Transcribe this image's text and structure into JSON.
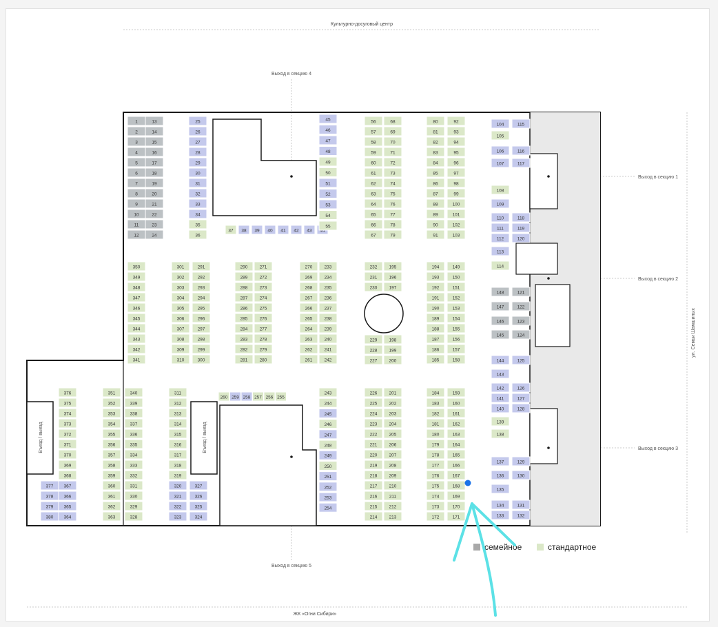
{
  "labels": {
    "top": "Культурно-досуговый центр",
    "bottom": "ЖК «Огни Сибири»",
    "street": "ул. Семьи Шамшиных",
    "exit4": "Выход в секцию 4",
    "exit1": "Выход в секцию 1",
    "exit2": "Выход в секцию 2",
    "exit3": "Выход в секцию 3",
    "exit5": "Выход в секцию 5",
    "ramp": "Въезд / выезд"
  },
  "legend": [
    {
      "label": "семейное",
      "color": "#a9a9a9"
    },
    {
      "label": "стандартное",
      "color": "#dbe8c8"
    }
  ],
  "colors": {
    "standard": "#dbe8c8",
    "family": "#a9a9a9",
    "blue": "#c4c9ec",
    "grey": "#bcc1c4",
    "wall": "#1a1a1a",
    "arrow": "#5ce1e6",
    "marker": "#1a73e8"
  },
  "spots": [
    {
      "n": "1",
      "c": "grey"
    },
    {
      "n": "2",
      "c": "grey"
    },
    {
      "n": "3",
      "c": "grey"
    },
    {
      "n": "4",
      "c": "grey"
    },
    {
      "n": "5",
      "c": "grey"
    },
    {
      "n": "6",
      "c": "grey"
    },
    {
      "n": "7",
      "c": "grey"
    },
    {
      "n": "8",
      "c": "grey"
    },
    {
      "n": "9",
      "c": "grey"
    },
    {
      "n": "10",
      "c": "grey"
    },
    {
      "n": "11",
      "c": "grey"
    },
    {
      "n": "12",
      "c": "grey"
    },
    {
      "n": "13",
      "c": "grey"
    },
    {
      "n": "14",
      "c": "grey"
    },
    {
      "n": "15",
      "c": "grey"
    },
    {
      "n": "16",
      "c": "grey"
    },
    {
      "n": "17",
      "c": "grey"
    },
    {
      "n": "18",
      "c": "grey"
    },
    {
      "n": "19",
      "c": "grey"
    },
    {
      "n": "20",
      "c": "grey"
    },
    {
      "n": "21",
      "c": "grey"
    },
    {
      "n": "22",
      "c": "grey"
    },
    {
      "n": "23",
      "c": "grey"
    },
    {
      "n": "24",
      "c": "grey"
    },
    {
      "n": "25",
      "c": "blue"
    },
    {
      "n": "26",
      "c": "blue"
    },
    {
      "n": "27",
      "c": "blue"
    },
    {
      "n": "28",
      "c": "blue"
    },
    {
      "n": "29",
      "c": "blue"
    },
    {
      "n": "30",
      "c": "blue"
    },
    {
      "n": "31",
      "c": "blue"
    },
    {
      "n": "32",
      "c": "blue"
    },
    {
      "n": "33",
      "c": "blue"
    },
    {
      "n": "34",
      "c": "blue"
    },
    {
      "n": "35",
      "c": "green"
    },
    {
      "n": "36",
      "c": "green"
    },
    {
      "n": "37",
      "c": "green"
    },
    {
      "n": "38",
      "c": "blue"
    },
    {
      "n": "39",
      "c": "blue"
    },
    {
      "n": "40",
      "c": "blue"
    },
    {
      "n": "41",
      "c": "blue"
    },
    {
      "n": "42",
      "c": "blue"
    },
    {
      "n": "43",
      "c": "blue"
    },
    {
      "n": "44",
      "c": "blue"
    },
    {
      "n": "45",
      "c": "blue"
    },
    {
      "n": "46",
      "c": "blue"
    },
    {
      "n": "47",
      "c": "blue"
    },
    {
      "n": "48",
      "c": "blue"
    },
    {
      "n": "49",
      "c": "green"
    },
    {
      "n": "50",
      "c": "green"
    },
    {
      "n": "51",
      "c": "blue"
    },
    {
      "n": "52",
      "c": "blue"
    },
    {
      "n": "53",
      "c": "blue"
    },
    {
      "n": "54",
      "c": "green"
    },
    {
      "n": "55",
      "c": "green"
    },
    {
      "n": "56",
      "c": "green"
    },
    {
      "n": "57",
      "c": "green"
    },
    {
      "n": "58",
      "c": "green"
    },
    {
      "n": "59",
      "c": "green"
    },
    {
      "n": "60",
      "c": "green"
    },
    {
      "n": "61",
      "c": "green"
    },
    {
      "n": "62",
      "c": "green"
    },
    {
      "n": "63",
      "c": "green"
    },
    {
      "n": "64",
      "c": "green"
    },
    {
      "n": "65",
      "c": "green"
    },
    {
      "n": "66",
      "c": "green"
    },
    {
      "n": "67",
      "c": "green"
    },
    {
      "n": "68",
      "c": "green"
    },
    {
      "n": "69",
      "c": "green"
    },
    {
      "n": "70",
      "c": "green"
    },
    {
      "n": "71",
      "c": "green"
    },
    {
      "n": "72",
      "c": "green"
    },
    {
      "n": "73",
      "c": "green"
    },
    {
      "n": "74",
      "c": "green"
    },
    {
      "n": "75",
      "c": "green"
    },
    {
      "n": "76",
      "c": "green"
    },
    {
      "n": "77",
      "c": "green"
    },
    {
      "n": "78",
      "c": "green"
    },
    {
      "n": "79",
      "c": "green"
    },
    {
      "n": "80",
      "c": "green"
    },
    {
      "n": "81",
      "c": "green"
    },
    {
      "n": "82",
      "c": "green"
    },
    {
      "n": "83",
      "c": "green"
    },
    {
      "n": "84",
      "c": "green"
    },
    {
      "n": "85",
      "c": "green"
    },
    {
      "n": "86",
      "c": "green"
    },
    {
      "n": "87",
      "c": "green"
    },
    {
      "n": "88",
      "c": "green"
    },
    {
      "n": "89",
      "c": "green"
    },
    {
      "n": "90",
      "c": "green"
    },
    {
      "n": "91",
      "c": "green"
    },
    {
      "n": "92",
      "c": "green"
    },
    {
      "n": "93",
      "c": "green"
    },
    {
      "n": "94",
      "c": "green"
    },
    {
      "n": "95",
      "c": "green"
    },
    {
      "n": "96",
      "c": "green"
    },
    {
      "n": "97",
      "c": "green"
    },
    {
      "n": "98",
      "c": "green"
    },
    {
      "n": "99",
      "c": "green"
    },
    {
      "n": "100",
      "c": "green"
    },
    {
      "n": "101",
      "c": "green"
    },
    {
      "n": "102",
      "c": "green"
    },
    {
      "n": "103",
      "c": "green"
    },
    {
      "n": "104",
      "c": "blue"
    },
    {
      "n": "105",
      "c": "green"
    },
    {
      "n": "106",
      "c": "blue"
    },
    {
      "n": "107",
      "c": "blue"
    },
    {
      "n": "108",
      "c": "green"
    },
    {
      "n": "109",
      "c": "blue"
    },
    {
      "n": "110",
      "c": "blue"
    },
    {
      "n": "111",
      "c": "blue"
    },
    {
      "n": "112",
      "c": "blue"
    },
    {
      "n": "113",
      "c": "blue"
    },
    {
      "n": "114",
      "c": "green"
    },
    {
      "n": "115",
      "c": "blue"
    },
    {
      "n": "116",
      "c": "blue"
    },
    {
      "n": "117",
      "c": "blue"
    },
    {
      "n": "118",
      "c": "blue"
    },
    {
      "n": "119",
      "c": "blue"
    },
    {
      "n": "120",
      "c": "blue"
    },
    {
      "n": "121",
      "c": "grey"
    },
    {
      "n": "122",
      "c": "grey"
    },
    {
      "n": "123",
      "c": "grey"
    },
    {
      "n": "124",
      "c": "grey"
    },
    {
      "n": "148",
      "c": "grey"
    },
    {
      "n": "147",
      "c": "grey"
    },
    {
      "n": "146",
      "c": "grey"
    },
    {
      "n": "145",
      "c": "grey"
    },
    {
      "n": "144",
      "c": "blue"
    },
    {
      "n": "125",
      "c": "blue"
    },
    {
      "n": "143",
      "c": "blue"
    },
    {
      "n": "142",
      "c": "blue"
    },
    {
      "n": "126",
      "c": "blue"
    },
    {
      "n": "141",
      "c": "blue"
    },
    {
      "n": "127",
      "c": "blue"
    },
    {
      "n": "140",
      "c": "blue"
    },
    {
      "n": "128",
      "c": "blue"
    },
    {
      "n": "139",
      "c": "green"
    },
    {
      "n": "138",
      "c": "green"
    },
    {
      "n": "137",
      "c": "blue"
    },
    {
      "n": "129",
      "c": "blue"
    },
    {
      "n": "136",
      "c": "blue"
    },
    {
      "n": "130",
      "c": "blue"
    },
    {
      "n": "135",
      "c": "blue"
    },
    {
      "n": "134",
      "c": "blue"
    },
    {
      "n": "131",
      "c": "blue"
    },
    {
      "n": "133",
      "c": "blue"
    },
    {
      "n": "132",
      "c": "blue"
    },
    {
      "n": "194",
      "c": "green"
    },
    {
      "n": "193",
      "c": "green"
    },
    {
      "n": "192",
      "c": "green"
    },
    {
      "n": "191",
      "c": "green"
    },
    {
      "n": "190",
      "c": "green"
    },
    {
      "n": "189",
      "c": "green"
    },
    {
      "n": "188",
      "c": "green"
    },
    {
      "n": "187",
      "c": "green"
    },
    {
      "n": "186",
      "c": "green"
    },
    {
      "n": "185",
      "c": "green"
    },
    {
      "n": "149",
      "c": "green"
    },
    {
      "n": "150",
      "c": "green"
    },
    {
      "n": "151",
      "c": "green"
    },
    {
      "n": "152",
      "c": "green"
    },
    {
      "n": "153",
      "c": "green"
    },
    {
      "n": "154",
      "c": "green"
    },
    {
      "n": "155",
      "c": "green"
    },
    {
      "n": "156",
      "c": "green"
    },
    {
      "n": "157",
      "c": "green"
    },
    {
      "n": "158",
      "c": "green"
    },
    {
      "n": "232",
      "c": "green"
    },
    {
      "n": "231",
      "c": "green"
    },
    {
      "n": "230",
      "c": "green"
    },
    {
      "n": "229",
      "c": "green"
    },
    {
      "n": "228",
      "c": "green"
    },
    {
      "n": "227",
      "c": "green"
    },
    {
      "n": "195",
      "c": "green"
    },
    {
      "n": "196",
      "c": "green"
    },
    {
      "n": "197",
      "c": "green"
    },
    {
      "n": "198",
      "c": "green"
    },
    {
      "n": "199",
      "c": "green"
    },
    {
      "n": "200",
      "c": "green"
    },
    {
      "n": "270",
      "c": "green"
    },
    {
      "n": "269",
      "c": "green"
    },
    {
      "n": "268",
      "c": "green"
    },
    {
      "n": "267",
      "c": "green"
    },
    {
      "n": "266",
      "c": "green"
    },
    {
      "n": "265",
      "c": "green"
    },
    {
      "n": "264",
      "c": "green"
    },
    {
      "n": "263",
      "c": "green"
    },
    {
      "n": "262",
      "c": "green"
    },
    {
      "n": "261",
      "c": "green"
    },
    {
      "n": "233",
      "c": "green"
    },
    {
      "n": "234",
      "c": "green"
    },
    {
      "n": "235",
      "c": "green"
    },
    {
      "n": "236",
      "c": "green"
    },
    {
      "n": "237",
      "c": "green"
    },
    {
      "n": "238",
      "c": "green"
    },
    {
      "n": "239",
      "c": "green"
    },
    {
      "n": "240",
      "c": "green"
    },
    {
      "n": "241",
      "c": "green"
    },
    {
      "n": "242",
      "c": "green"
    },
    {
      "n": "290",
      "c": "green"
    },
    {
      "n": "289",
      "c": "green"
    },
    {
      "n": "288",
      "c": "green"
    },
    {
      "n": "287",
      "c": "green"
    },
    {
      "n": "286",
      "c": "green"
    },
    {
      "n": "285",
      "c": "green"
    },
    {
      "n": "284",
      "c": "green"
    },
    {
      "n": "283",
      "c": "green"
    },
    {
      "n": "282",
      "c": "green"
    },
    {
      "n": "281",
      "c": "green"
    },
    {
      "n": "271",
      "c": "green"
    },
    {
      "n": "272",
      "c": "green"
    },
    {
      "n": "273",
      "c": "green"
    },
    {
      "n": "274",
      "c": "green"
    },
    {
      "n": "275",
      "c": "green"
    },
    {
      "n": "276",
      "c": "green"
    },
    {
      "n": "277",
      "c": "green"
    },
    {
      "n": "278",
      "c": "green"
    },
    {
      "n": "279",
      "c": "green"
    },
    {
      "n": "280",
      "c": "green"
    },
    {
      "n": "301",
      "c": "green"
    },
    {
      "n": "302",
      "c": "green"
    },
    {
      "n": "303",
      "c": "green"
    },
    {
      "n": "304",
      "c": "green"
    },
    {
      "n": "305",
      "c": "green"
    },
    {
      "n": "306",
      "c": "green"
    },
    {
      "n": "307",
      "c": "green"
    },
    {
      "n": "308",
      "c": "green"
    },
    {
      "n": "309",
      "c": "green"
    },
    {
      "n": "310",
      "c": "green"
    },
    {
      "n": "291",
      "c": "green"
    },
    {
      "n": "292",
      "c": "green"
    },
    {
      "n": "293",
      "c": "green"
    },
    {
      "n": "294",
      "c": "green"
    },
    {
      "n": "295",
      "c": "green"
    },
    {
      "n": "296",
      "c": "green"
    },
    {
      "n": "297",
      "c": "green"
    },
    {
      "n": "298",
      "c": "green"
    },
    {
      "n": "299",
      "c": "green"
    },
    {
      "n": "300",
      "c": "green"
    },
    {
      "n": "350",
      "c": "green"
    },
    {
      "n": "349",
      "c": "green"
    },
    {
      "n": "348",
      "c": "green"
    },
    {
      "n": "347",
      "c": "green"
    },
    {
      "n": "346",
      "c": "green"
    },
    {
      "n": "345",
      "c": "green"
    },
    {
      "n": "344",
      "c": "green"
    },
    {
      "n": "343",
      "c": "green"
    },
    {
      "n": "342",
      "c": "green"
    },
    {
      "n": "341",
      "c": "green"
    },
    {
      "n": "376",
      "c": "green"
    },
    {
      "n": "375",
      "c": "green"
    },
    {
      "n": "374",
      "c": "green"
    },
    {
      "n": "373",
      "c": "green"
    },
    {
      "n": "372",
      "c": "green"
    },
    {
      "n": "371",
      "c": "green"
    },
    {
      "n": "370",
      "c": "green"
    },
    {
      "n": "369",
      "c": "green"
    },
    {
      "n": "368",
      "c": "green"
    },
    {
      "n": "367",
      "c": "blue"
    },
    {
      "n": "366",
      "c": "blue"
    },
    {
      "n": "365",
      "c": "blue"
    },
    {
      "n": "364",
      "c": "blue"
    },
    {
      "n": "377",
      "c": "blue"
    },
    {
      "n": "378",
      "c": "blue"
    },
    {
      "n": "379",
      "c": "blue"
    },
    {
      "n": "380",
      "c": "blue"
    },
    {
      "n": "351",
      "c": "green"
    },
    {
      "n": "352",
      "c": "green"
    },
    {
      "n": "353",
      "c": "green"
    },
    {
      "n": "354",
      "c": "green"
    },
    {
      "n": "355",
      "c": "green"
    },
    {
      "n": "356",
      "c": "green"
    },
    {
      "n": "357",
      "c": "green"
    },
    {
      "n": "358",
      "c": "green"
    },
    {
      "n": "359",
      "c": "green"
    },
    {
      "n": "360",
      "c": "green"
    },
    {
      "n": "361",
      "c": "green"
    },
    {
      "n": "362",
      "c": "green"
    },
    {
      "n": "363",
      "c": "green"
    },
    {
      "n": "340",
      "c": "green"
    },
    {
      "n": "339",
      "c": "green"
    },
    {
      "n": "338",
      "c": "green"
    },
    {
      "n": "337",
      "c": "green"
    },
    {
      "n": "336",
      "c": "green"
    },
    {
      "n": "335",
      "c": "green"
    },
    {
      "n": "334",
      "c": "green"
    },
    {
      "n": "333",
      "c": "green"
    },
    {
      "n": "332",
      "c": "green"
    },
    {
      "n": "331",
      "c": "green"
    },
    {
      "n": "330",
      "c": "green"
    },
    {
      "n": "329",
      "c": "green"
    },
    {
      "n": "328",
      "c": "green"
    },
    {
      "n": "311",
      "c": "green"
    },
    {
      "n": "312",
      "c": "green"
    },
    {
      "n": "313",
      "c": "green"
    },
    {
      "n": "314",
      "c": "green"
    },
    {
      "n": "315",
      "c": "green"
    },
    {
      "n": "316",
      "c": "green"
    },
    {
      "n": "317",
      "c": "green"
    },
    {
      "n": "318",
      "c": "green"
    },
    {
      "n": "319",
      "c": "green"
    },
    {
      "n": "320",
      "c": "blue"
    },
    {
      "n": "321",
      "c": "blue"
    },
    {
      "n": "322",
      "c": "blue"
    },
    {
      "n": "323",
      "c": "blue"
    },
    {
      "n": "327",
      "c": "blue"
    },
    {
      "n": "326",
      "c": "blue"
    },
    {
      "n": "325",
      "c": "blue"
    },
    {
      "n": "324",
      "c": "blue"
    },
    {
      "n": "260",
      "c": "green"
    },
    {
      "n": "259",
      "c": "blue"
    },
    {
      "n": "258",
      "c": "blue"
    },
    {
      "n": "257",
      "c": "green"
    },
    {
      "n": "256",
      "c": "green"
    },
    {
      "n": "255",
      "c": "green"
    },
    {
      "n": "243",
      "c": "green"
    },
    {
      "n": "244",
      "c": "green"
    },
    {
      "n": "245",
      "c": "blue"
    },
    {
      "n": "246",
      "c": "green"
    },
    {
      "n": "247",
      "c": "blue"
    },
    {
      "n": "248",
      "c": "green"
    },
    {
      "n": "249",
      "c": "blue"
    },
    {
      "n": "250",
      "c": "green"
    },
    {
      "n": "251",
      "c": "blue"
    },
    {
      "n": "252",
      "c": "blue"
    },
    {
      "n": "253",
      "c": "blue"
    },
    {
      "n": "254",
      "c": "blue"
    },
    {
      "n": "226",
      "c": "green"
    },
    {
      "n": "225",
      "c": "green"
    },
    {
      "n": "224",
      "c": "green"
    },
    {
      "n": "223",
      "c": "green"
    },
    {
      "n": "222",
      "c": "green"
    },
    {
      "n": "221",
      "c": "green"
    },
    {
      "n": "220",
      "c": "green"
    },
    {
      "n": "219",
      "c": "green"
    },
    {
      "n": "218",
      "c": "green"
    },
    {
      "n": "217",
      "c": "green"
    },
    {
      "n": "216",
      "c": "green"
    },
    {
      "n": "215",
      "c": "green"
    },
    {
      "n": "214",
      "c": "green"
    },
    {
      "n": "201",
      "c": "green"
    },
    {
      "n": "202",
      "c": "green"
    },
    {
      "n": "203",
      "c": "green"
    },
    {
      "n": "204",
      "c": "green"
    },
    {
      "n": "205",
      "c": "green"
    },
    {
      "n": "206",
      "c": "green"
    },
    {
      "n": "207",
      "c": "green"
    },
    {
      "n": "208",
      "c": "green"
    },
    {
      "n": "209",
      "c": "green"
    },
    {
      "n": "210",
      "c": "green"
    },
    {
      "n": "211",
      "c": "green"
    },
    {
      "n": "212",
      "c": "green"
    },
    {
      "n": "213",
      "c": "green"
    },
    {
      "n": "184",
      "c": "green"
    },
    {
      "n": "183",
      "c": "green"
    },
    {
      "n": "182",
      "c": "green"
    },
    {
      "n": "181",
      "c": "green"
    },
    {
      "n": "180",
      "c": "green"
    },
    {
      "n": "179",
      "c": "green"
    },
    {
      "n": "178",
      "c": "green"
    },
    {
      "n": "177",
      "c": "green"
    },
    {
      "n": "176",
      "c": "green"
    },
    {
      "n": "175",
      "c": "green"
    },
    {
      "n": "174",
      "c": "green"
    },
    {
      "n": "173",
      "c": "green"
    },
    {
      "n": "172",
      "c": "green"
    },
    {
      "n": "159",
      "c": "green"
    },
    {
      "n": "160",
      "c": "green"
    },
    {
      "n": "161",
      "c": "green"
    },
    {
      "n": "162",
      "c": "green"
    },
    {
      "n": "163",
      "c": "green"
    },
    {
      "n": "164",
      "c": "green"
    },
    {
      "n": "165",
      "c": "green"
    },
    {
      "n": "166",
      "c": "green"
    },
    {
      "n": "167",
      "c": "green"
    },
    {
      "n": "168",
      "c": "green"
    },
    {
      "n": "169",
      "c": "green"
    },
    {
      "n": "170",
      "c": "green"
    },
    {
      "n": "171",
      "c": "green"
    }
  ]
}
